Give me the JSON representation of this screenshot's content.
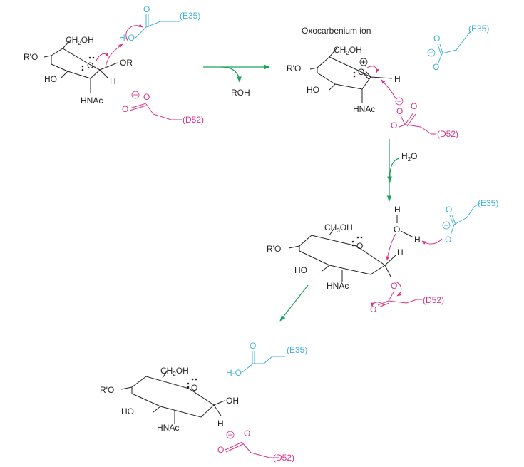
{
  "labels": {
    "oxocarbenium_title": "Oxocarbenium ion",
    "e35": "(E35)",
    "d52": "(D52)",
    "roh": "ROH",
    "h2o": "H",
    "h2o_sub": "2",
    "h2o_o": "O",
    "r_o": "R'O",
    "ho": "HO",
    "hnac": "HNAc",
    "ch2oh_c": "CH",
    "ch2oh_sub": "2",
    "ch2oh_oh": "OH",
    "ch3oh_c": "CH",
    "ch3oh_sub": "3",
    "ring_o": "O",
    "or": "OR",
    "oh": "OH",
    "h": "H",
    "o": "O",
    "minus": "−",
    "plus": "+",
    "h_dash_o": "H-O"
  },
  "colors": {
    "black": "#231f20",
    "cyan": "#3fb1dc",
    "magenta": "#d6338a",
    "green": "#1aa35a"
  }
}
